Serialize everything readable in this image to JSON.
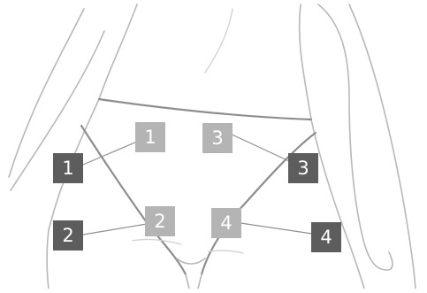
{
  "markers": [
    {
      "id": "outer-1",
      "label": "1",
      "tone": "dark"
    },
    {
      "id": "outer-2",
      "label": "2",
      "tone": "dark"
    },
    {
      "id": "outer-3",
      "label": "3",
      "tone": "dark"
    },
    {
      "id": "outer-4",
      "label": "4",
      "tone": "dark"
    },
    {
      "id": "inner-1",
      "label": "1",
      "tone": "light"
    },
    {
      "id": "inner-2",
      "label": "2",
      "tone": "light"
    },
    {
      "id": "inner-3",
      "label": "3",
      "tone": "light"
    },
    {
      "id": "inner-4",
      "label": "4",
      "tone": "light"
    }
  ],
  "colors": {
    "dark_marker": "#5d5d5d",
    "light_marker": "#b4b4b4",
    "outline": "#b8b8b8",
    "leader_line": "#8f8f8f"
  }
}
